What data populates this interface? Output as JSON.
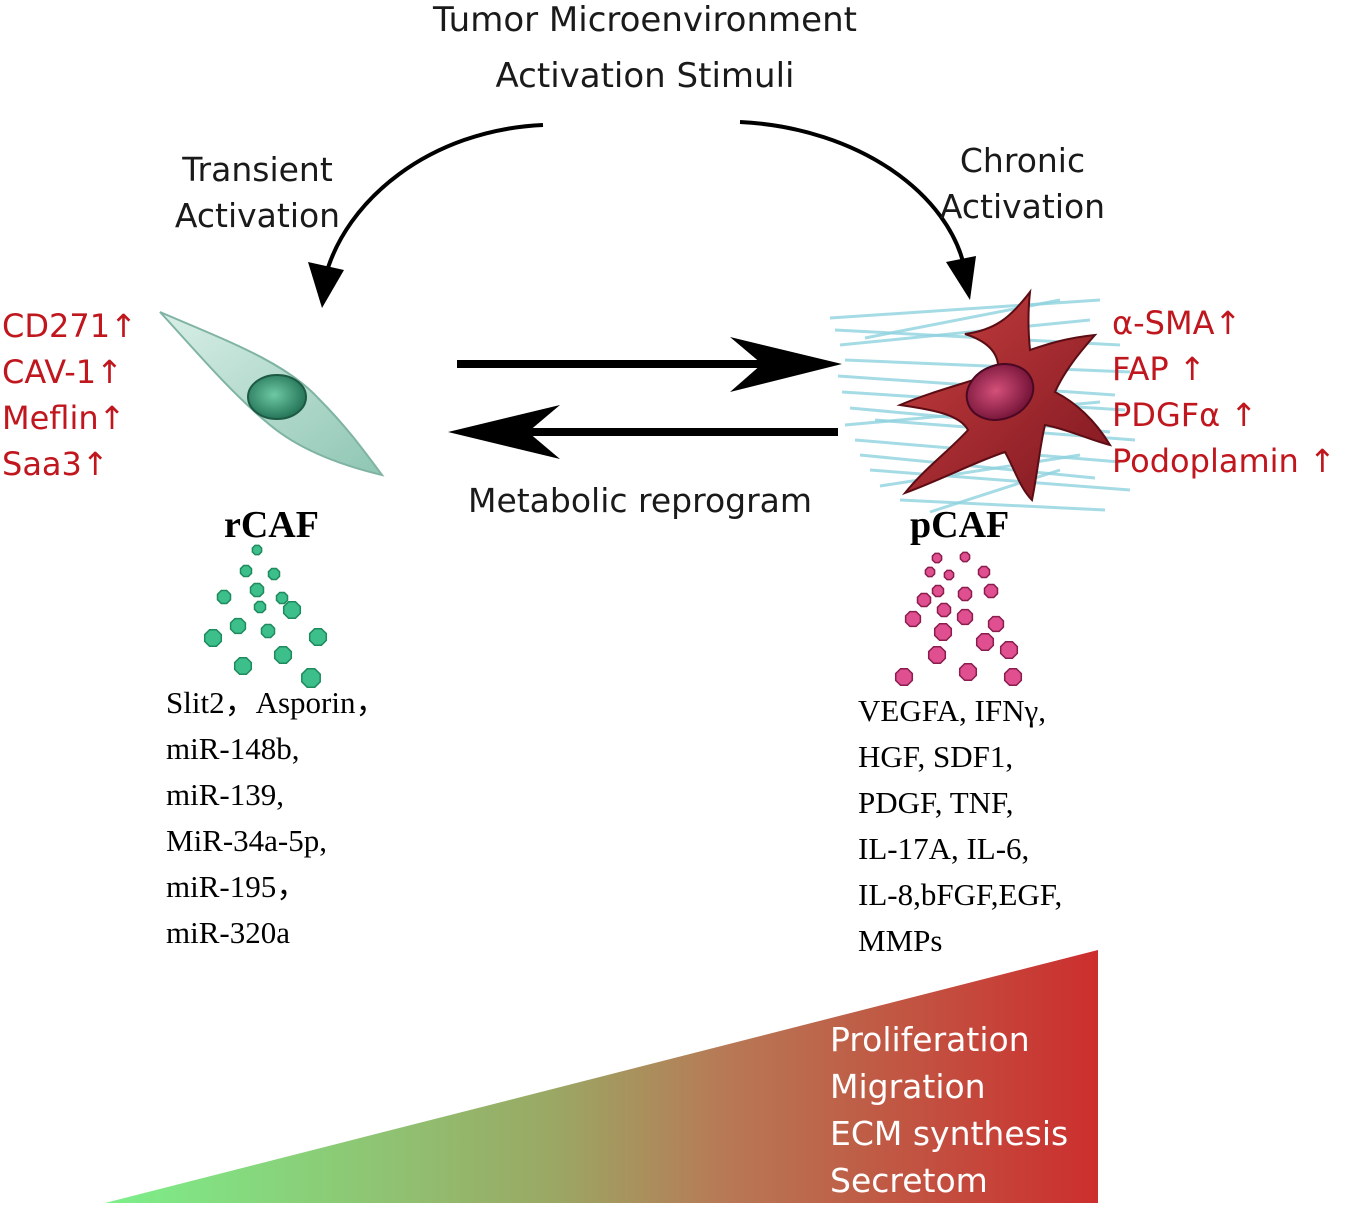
{
  "title": {
    "line1": "Tumor Microenvironment",
    "line2": "Activation Stimuli"
  },
  "left_arrow_label": {
    "line1": "Transient",
    "line2": "Activation"
  },
  "right_arrow_label": {
    "line1": "Chronic",
    "line2": "Activation"
  },
  "center_label": "Metabolic reprogram",
  "rcaf": {
    "name": "rCAF",
    "markers": [
      "CD271↑",
      "CAV-1↑",
      "Meflin↑",
      "Saa3↑"
    ],
    "factors": [
      "Slit2，Asporin，",
      "miR-148b,",
      "miR-139,",
      "MiR-34a-5p,",
      "miR-195，",
      "miR-320a"
    ],
    "cell_color": "#a9d6c8",
    "nucleus_color": "#2e8b66",
    "dot_color": "#3cbf8a"
  },
  "pcaf": {
    "name": "pCAF",
    "markers": [
      "α-SMA↑",
      "FAP ↑",
      "PDGFα ↑",
      "Podoplamin ↑"
    ],
    "factors": [
      "VEGFA, IFNγ,",
      "HGF, SDF1,",
      "PDGF, TNF,",
      "IL-17A, IL-6,",
      "IL-8,bFGF,EGF,",
      "MMPs"
    ],
    "cell_color": "#a8232e",
    "nucleus_color": "#8a1540",
    "fiber_color": "#8fd3df",
    "dot_color": "#e04f8f"
  },
  "gradient": {
    "effects": [
      "Proliferation",
      "Migration",
      "ECM synthesis",
      "Secretom"
    ],
    "start_color": "#7cf08a",
    "end_color": "#cc2e2e"
  },
  "marker_color": "#c0161d"
}
